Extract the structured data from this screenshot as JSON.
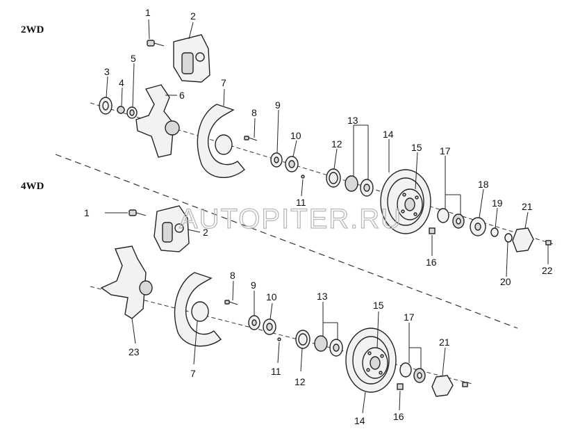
{
  "sections": {
    "top": "2WD",
    "bottom": "4WD"
  },
  "watermark": "AUTOPITER.RU",
  "callouts_2wd": [
    "1",
    "2",
    "3",
    "4",
    "5",
    "6",
    "7",
    "8",
    "9",
    "10",
    "11",
    "12",
    "13",
    "14",
    "15",
    "16",
    "17",
    "18",
    "19",
    "20",
    "21",
    "22"
  ],
  "callouts_4wd": [
    "1",
    "2",
    "7",
    "8",
    "9",
    "10",
    "11",
    "12",
    "13",
    "14",
    "15",
    "16",
    "17",
    "21",
    "23"
  ]
}
